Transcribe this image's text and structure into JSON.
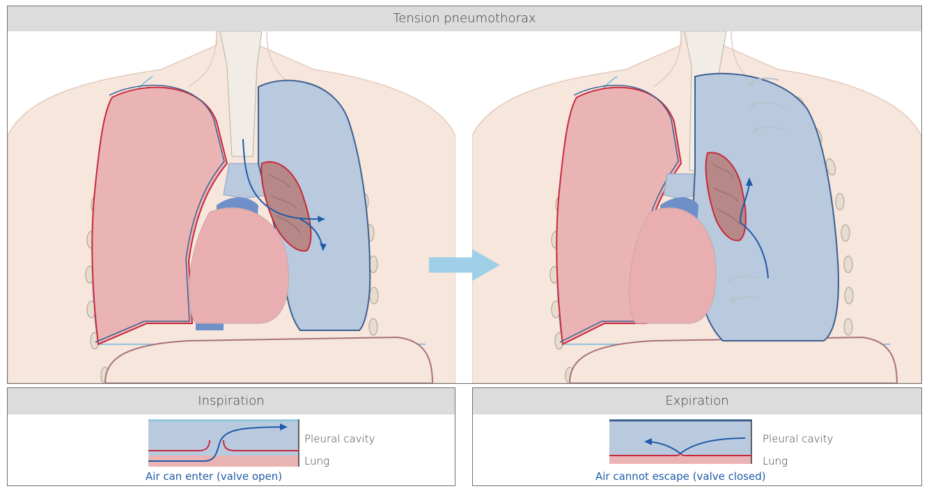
{
  "main": {
    "title": "Tension pneumothorax"
  },
  "inspiration": {
    "title": "Inspiration",
    "label_pleural": "Pleural cavity",
    "label_lung": "Lung",
    "caption": "Air can enter (valve open)"
  },
  "expiration": {
    "title": "Expiration",
    "label_pleural": "Pleural cavity",
    "label_lung": "Lung",
    "caption": "Air cannot escape (valve closed)"
  },
  "colors": {
    "skin": "#f6e6dc",
    "lung_pink": "#eab3b4",
    "pneumothorax_blue": "#b9c9de",
    "air_arrow": "#1f5aa8",
    "lung_outline": "#c8283a",
    "pleura_outline": "#3a5f8f",
    "transition_arrow": "#9fd0e8",
    "panel_header": "#dcdcdc"
  }
}
